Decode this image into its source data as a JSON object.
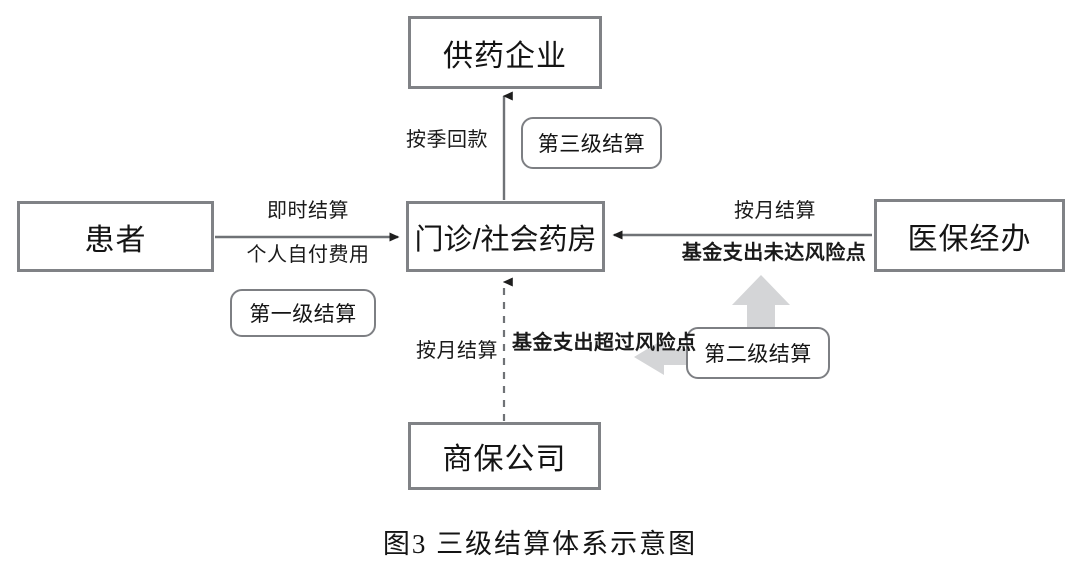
{
  "figure": {
    "caption": "图3  三级结算体系示意图"
  },
  "nodes": [
    {
      "id": "supplier",
      "label": "供药企业"
    },
    {
      "id": "pharmacy",
      "label": "门诊/社会药房"
    },
    {
      "id": "patient",
      "label": "患者"
    },
    {
      "id": "insurer",
      "label": "医保经办"
    },
    {
      "id": "commercial",
      "label": "商保公司"
    }
  ],
  "tags": [
    {
      "id": "level-3",
      "label": "第三级结算"
    },
    {
      "id": "level-1",
      "label": "第一级结算"
    },
    {
      "id": "level-2",
      "label": "第二级结算"
    }
  ],
  "edges": [
    {
      "id": "pharmacy-to-supplier",
      "labels": [
        "按季回款"
      ],
      "bold": [
        false
      ],
      "style": "solid",
      "direction": "up"
    },
    {
      "id": "patient-to-pharmacy",
      "labels": [
        "即时结算",
        "个人自付费用"
      ],
      "bold": [
        false,
        false
      ],
      "style": "solid",
      "direction": "right"
    },
    {
      "id": "insurer-to-pharmacy",
      "labels": [
        "按月结算",
        "基金支出未达风险点"
      ],
      "bold": [
        false,
        true
      ],
      "style": "solid",
      "direction": "left"
    },
    {
      "id": "commercial-to-pharmacy",
      "labels": [
        "按月结算",
        "基金支出超过风险点"
      ],
      "bold": [
        false,
        true
      ],
      "style": "dashed",
      "direction": "up"
    }
  ],
  "colors": {
    "node_border": "#808286",
    "tag_border": "#7d7f83",
    "wire": "#6f7276",
    "block_arrow": "#d4d5d7",
    "text": "#141414",
    "background": "#ffffff"
  }
}
